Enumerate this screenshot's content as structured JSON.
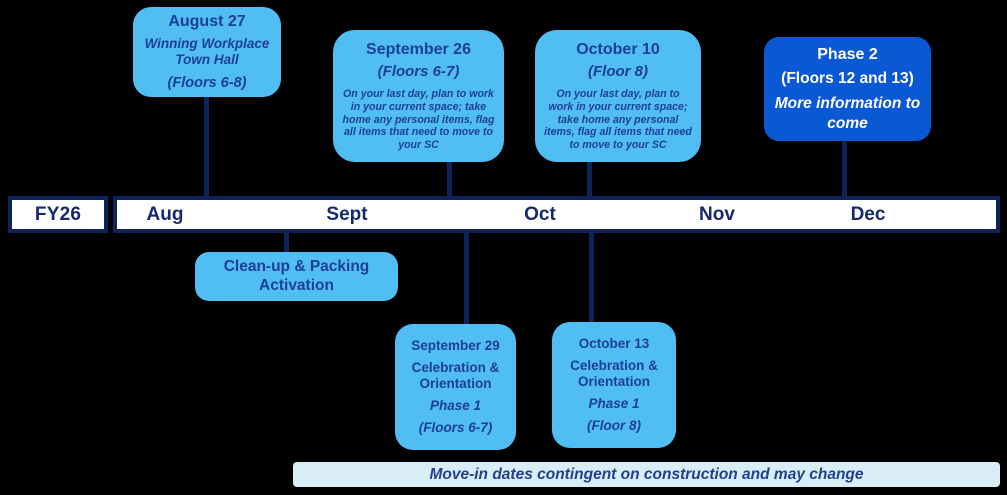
{
  "colors": {
    "background": "#000000",
    "card_light_blue": "#50BEF3",
    "card_dark_blue": "#0B58D4",
    "line_navy": "#0E2357",
    "text_navy": "#1D3F97",
    "banner_bg": "#D8EDF6"
  },
  "fiscal_year_label": "FY26",
  "timeline": {
    "months": [
      "Aug",
      "Sept",
      "Oct",
      "Nov",
      "Dec"
    ]
  },
  "events_above": [
    {
      "title": "August 27",
      "subtitle": "Winning Workplace Town Hall",
      "floors": "(Floors 6-8)"
    },
    {
      "title": "September 26",
      "floors": "(Floors 6-7)",
      "body": "On your last day, plan to work in your current space; take home any personal items, flag all items that need to move to your SC"
    },
    {
      "title": "October 10",
      "floors": "(Floor 8)",
      "body": "On your last day, plan to work in your current space; take home any personal items, flag all items that need to move to your SC"
    },
    {
      "title": "Phase 2",
      "floors": "(Floors 12 and 13)",
      "body": "More information to come"
    }
  ],
  "events_below": [
    {
      "name": "Clean-up & Packing Activation"
    },
    {
      "date": "September 29",
      "name": "Celebration & Orientation",
      "phase": "Phase 1",
      "floors": "(Floors 6-7)"
    },
    {
      "date": "October 13",
      "name": "Celebration & Orientation",
      "phase": "Phase 1",
      "floors": "(Floor 8)"
    }
  ],
  "footnote": "Move-in dates contingent on construction and may change"
}
